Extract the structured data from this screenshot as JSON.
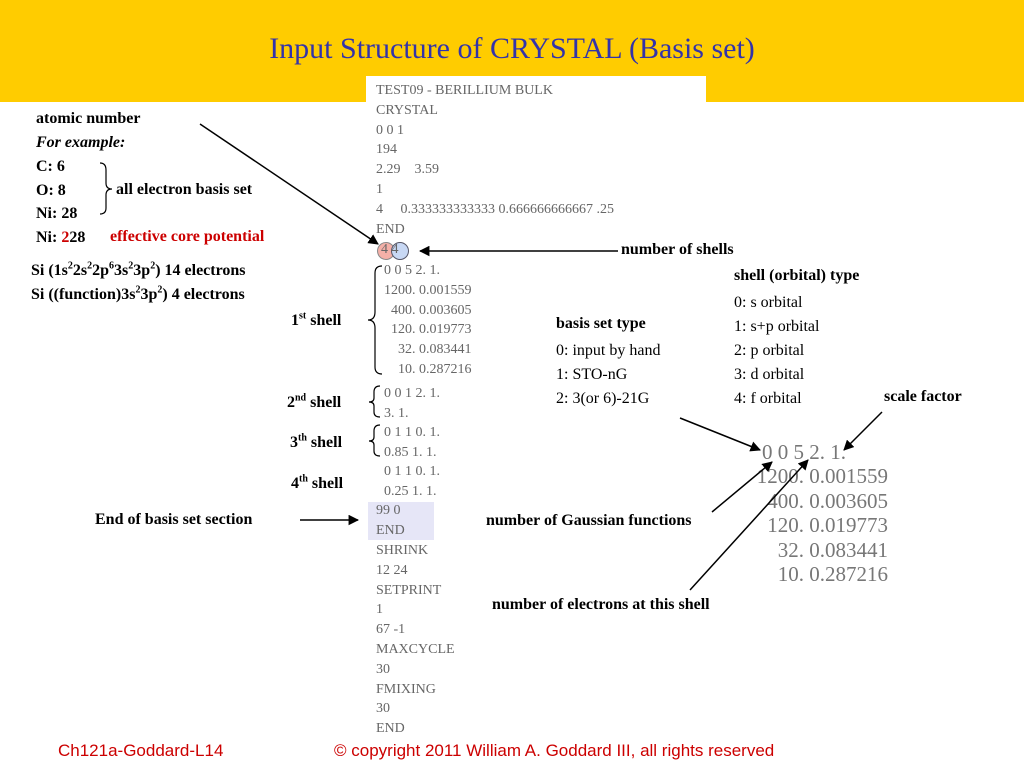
{
  "title": "Input Structure of CRYSTAL (Basis set)",
  "input_file": {
    "geometry_lines": [
      "TEST09 - BERILLIUM BULK",
      "CRYSTAL",
      "0 0 1",
      "194",
      "2.29    3.59",
      "1",
      "4     0.333333333333 0.666666666667 .25",
      "END"
    ],
    "atom_line": "4 4",
    "shell1_lines": [
      "0 0 5 2. 1.",
      "1200. 0.001559",
      "  400. 0.003605",
      "  120. 0.019773",
      "    32. 0.083441",
      "    10. 0.287216"
    ],
    "shell2_lines": [
      "0 0 1 2. 1.",
      "3. 1."
    ],
    "shell3_lines": [
      "0 1 1 0. 1.",
      "0.85 1. 1."
    ],
    "shell4_lines": [
      "0 1 1 0. 1.",
      "0.25 1. 1."
    ],
    "end_lines": [
      "99 0",
      "END"
    ],
    "tail_lines": [
      "SHRINK",
      "12 24",
      "SETPRINT",
      "1",
      "67 -1",
      "MAXCYCLE",
      "30",
      "FMIXING",
      "30",
      "END"
    ]
  },
  "left_labels": {
    "atomic_number": "atomic number",
    "for_example": "For example:",
    "c": "C: 6",
    "o": "O: 8",
    "ni1": "Ni: 28",
    "ni2_prefix": "Ni: ",
    "ni2_red": "2",
    "ni2_suffix": "28",
    "all_electron": "all electron basis set",
    "ecp": "effective core potential",
    "si_full_prefix": "Si (1s",
    "si_full_suffix": ")  14 electrons",
    "si_ecp_prefix": "Si ((function)3s",
    "si_ecp_suffix": ")  4 electrons"
  },
  "shell_labels": {
    "s1": "1",
    "s1_sup": "st",
    "s2": "2",
    "s2_sup": "nd",
    "s3": "3",
    "s3_sup": "th",
    "s4": "4",
    "s4_sup": "th",
    "word": " shell",
    "end_section": "End of basis set section"
  },
  "right_labels": {
    "number_of_shells": "number of shells",
    "shell_type_title": "shell (orbital) type",
    "shell_types": [
      "0: s orbital",
      "1: s+p orbital",
      "2: p orbital",
      "3: d orbital",
      "4: f orbital"
    ],
    "basis_type_title": "basis set type",
    "basis_types": [
      "0: input by hand",
      "1: STO-nG",
      "2: 3(or 6)-21G"
    ],
    "scale_factor": "scale factor",
    "num_gaussians": "number of Gaussian functions",
    "num_electrons": "number of electrons at this shell"
  },
  "zoom_lines": [
    "0 0 5 2. 1.",
    "1200. 0.001559",
    "400. 0.003605",
    "120. 0.019773",
    "32. 0.083441",
    "10. 0.287216"
  ],
  "footer": {
    "left": "Ch121a-Goddard-L14",
    "right": "© copyright 2011 William A. Goddard III, all rights reserved"
  },
  "colors": {
    "header": "#ffcc00",
    "title": "#3333aa",
    "red": "#cc0000",
    "highlight": "#e6e6f7"
  }
}
